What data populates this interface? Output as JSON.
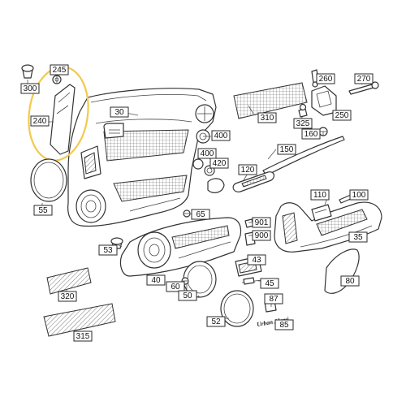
{
  "callouts": [
    {
      "id": "c300",
      "label": "300"
    },
    {
      "id": "c245",
      "label": "245"
    },
    {
      "id": "c240",
      "label": "240"
    },
    {
      "id": "c30",
      "label": "30"
    },
    {
      "id": "c260",
      "label": "260"
    },
    {
      "id": "c270",
      "label": "270"
    },
    {
      "id": "c310",
      "label": "310"
    },
    {
      "id": "c250",
      "label": "250"
    },
    {
      "id": "c325",
      "label": "325"
    },
    {
      "id": "c400a",
      "label": "400"
    },
    {
      "id": "c160",
      "label": "160"
    },
    {
      "id": "c400b",
      "label": "400"
    },
    {
      "id": "c420",
      "label": "420"
    },
    {
      "id": "c150",
      "label": "150"
    },
    {
      "id": "c120",
      "label": "120"
    },
    {
      "id": "c110",
      "label": "110"
    },
    {
      "id": "c100",
      "label": "100"
    },
    {
      "id": "c55",
      "label": "55"
    },
    {
      "id": "c65",
      "label": "65"
    },
    {
      "id": "c901",
      "label": "901"
    },
    {
      "id": "c900",
      "label": "900"
    },
    {
      "id": "c35",
      "label": "35"
    },
    {
      "id": "c53",
      "label": "53"
    },
    {
      "id": "c43",
      "label": "43"
    },
    {
      "id": "c40",
      "label": "40"
    },
    {
      "id": "c60",
      "label": "60"
    },
    {
      "id": "c45",
      "label": "45"
    },
    {
      "id": "c80",
      "label": "80"
    },
    {
      "id": "c320",
      "label": "320"
    },
    {
      "id": "c50",
      "label": "50"
    },
    {
      "id": "c87",
      "label": "87"
    },
    {
      "id": "c52",
      "label": "52"
    },
    {
      "id": "c85",
      "label": "85"
    },
    {
      "id": "c315",
      "label": "315"
    }
  ],
  "emblem_text": "Urban Alemi",
  "highlight_color": "#f2c94c"
}
